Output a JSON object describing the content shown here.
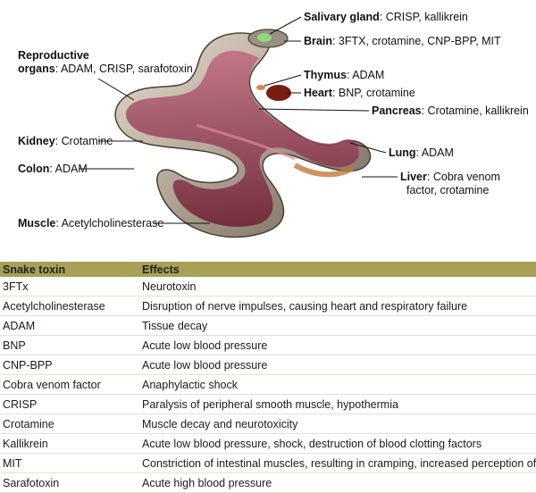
{
  "labels": [
    {
      "key": "salivary",
      "name": "Salivary gland",
      "text": ": CRISP, kallikrein"
    },
    {
      "key": "brain",
      "name": "Brain",
      "text": ": 3FTX, crotamine, CNP-BPP, MIT"
    },
    {
      "key": "reproductive_1",
      "name": "Reproductive",
      "text": ""
    },
    {
      "key": "reproductive_2",
      "name": "organs",
      "text": ": ADAM, CRISP, sarafotoxin"
    },
    {
      "key": "thymus",
      "name": "Thymus",
      "text": ": ADAM"
    },
    {
      "key": "heart",
      "name": "Heart",
      "text": ": BNP, crotamine"
    },
    {
      "key": "pancreas",
      "name": "Pancreas",
      "text": ":  Crotamine, kallikrein"
    },
    {
      "key": "kidney",
      "name": "Kidney",
      "text": ": Crotamine"
    },
    {
      "key": "lung",
      "name": "Lung",
      "text": ": ADAM"
    },
    {
      "key": "colon",
      "name": "Colon",
      "text": ": ADAM"
    },
    {
      "key": "liver_1",
      "name": "Liver",
      "text": ":  Cobra venom"
    },
    {
      "key": "liver_2",
      "name": "",
      "text": "factor, crotamine"
    },
    {
      "key": "muscle",
      "name": "Muscle",
      "text": ": Acetylcholinesterase"
    }
  ],
  "table": {
    "headers": [
      "Snake toxin",
      "Effects"
    ],
    "rows": [
      [
        "3FTx",
        "Neurotoxin"
      ],
      [
        "Acetylcholinesterase",
        "Disruption of nerve impulses, causing heart and respiratory failure"
      ],
      [
        "ADAM",
        "Tissue decay"
      ],
      [
        "BNP",
        "Acute low blood pressure"
      ],
      [
        "CNP-BPP",
        "Acute low blood pressure"
      ],
      [
        "Cobra venom factor",
        "Anaphylactic shock"
      ],
      [
        "CRISP",
        "Paralysis of peripheral smooth muscle, hypothermia"
      ],
      [
        "Crotamine",
        "Muscle decay and neurotoxicity"
      ],
      [
        "Kallikrein",
        "Acute low blood pressure, shock, destruction of blood clotting factors"
      ],
      [
        "MIT",
        "Constriction of intestinal muscles, resulting in cramping, increased perception of pain"
      ],
      [
        "Sarafotoxin",
        "Acute high blood pressure"
      ]
    ]
  }
}
